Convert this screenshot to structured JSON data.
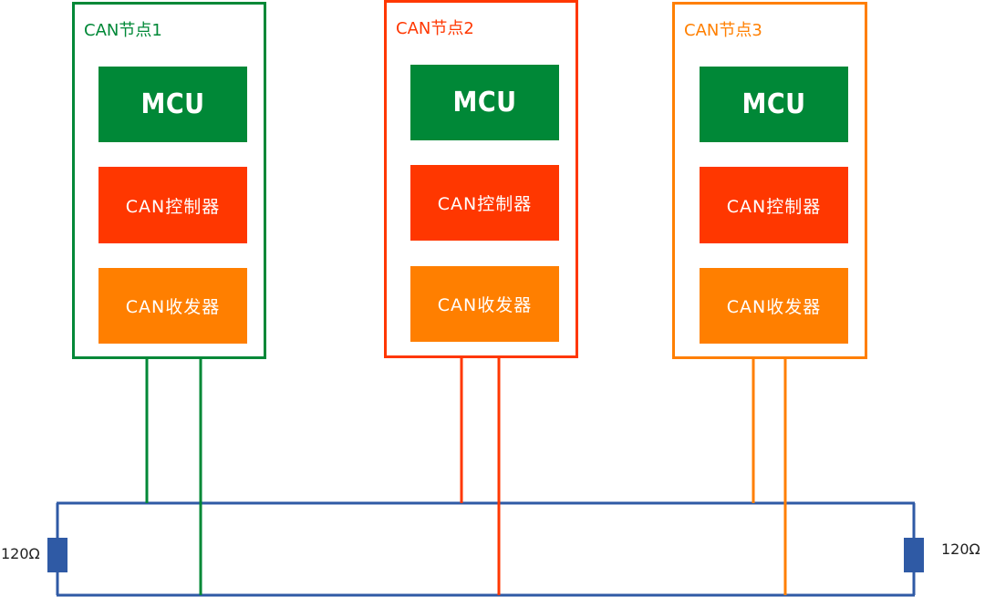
{
  "colors": {
    "green": "#008837",
    "red": "#ff3700",
    "orange": "#ff7f00",
    "bus": "#2f5aa5",
    "resistor": "#2f5aa5"
  },
  "nodes": [
    {
      "title": "CAN节点1",
      "color": "#008837",
      "mcu_label": "MCU",
      "controller_label": "CAN控制器",
      "transceiver_label": "CAN收发器"
    },
    {
      "title": "CAN节点2",
      "color": "#ff3700",
      "mcu_label": "MCU",
      "controller_label": "CAN控制器",
      "transceiver_label": "CAN收发器"
    },
    {
      "title": "CAN节点3",
      "color": "#ff7f00",
      "mcu_label": "MCU",
      "controller_label": "CAN控制器",
      "transceiver_label": "CAN收发器"
    }
  ],
  "resistors": {
    "left_label": "120Ω",
    "right_label": "120Ω"
  }
}
